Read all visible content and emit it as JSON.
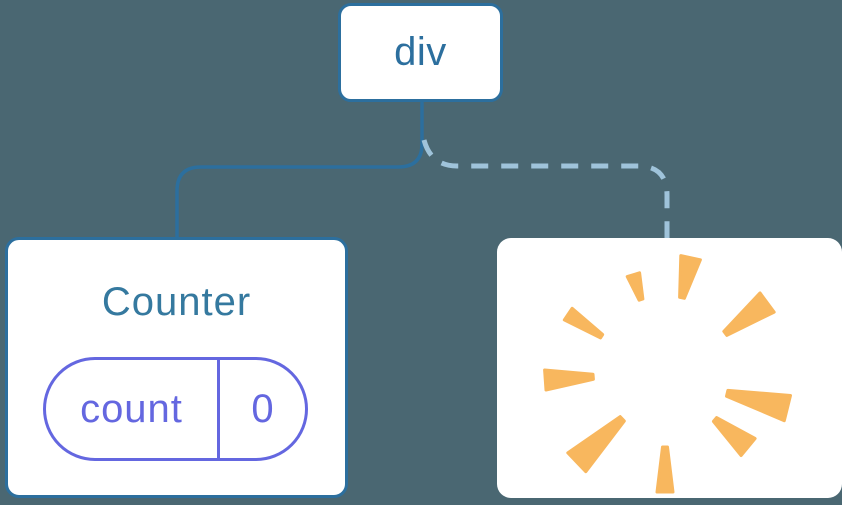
{
  "diagram": {
    "description": "component tree: root div with one kept child and one removed child",
    "root_node": {
      "label": "div"
    },
    "left_card": {
      "title": "Counter",
      "state_pill": {
        "key": "count",
        "value": "0"
      }
    },
    "right_card": {
      "icon": "starburst-poof"
    },
    "connectors": [
      {
        "to": "counter-card",
        "style": "solid"
      },
      {
        "to": "removed-card",
        "style": "dashed"
      }
    ],
    "colors": {
      "background": "#4A6772",
      "node_blue": "#2C6F9E",
      "title_blue": "#35799F",
      "pill_indigo": "#6467E0",
      "poof_orange": "#F8B75E",
      "dashed_line": "#9FC3DA",
      "card_white": "#FFFFFF"
    }
  }
}
